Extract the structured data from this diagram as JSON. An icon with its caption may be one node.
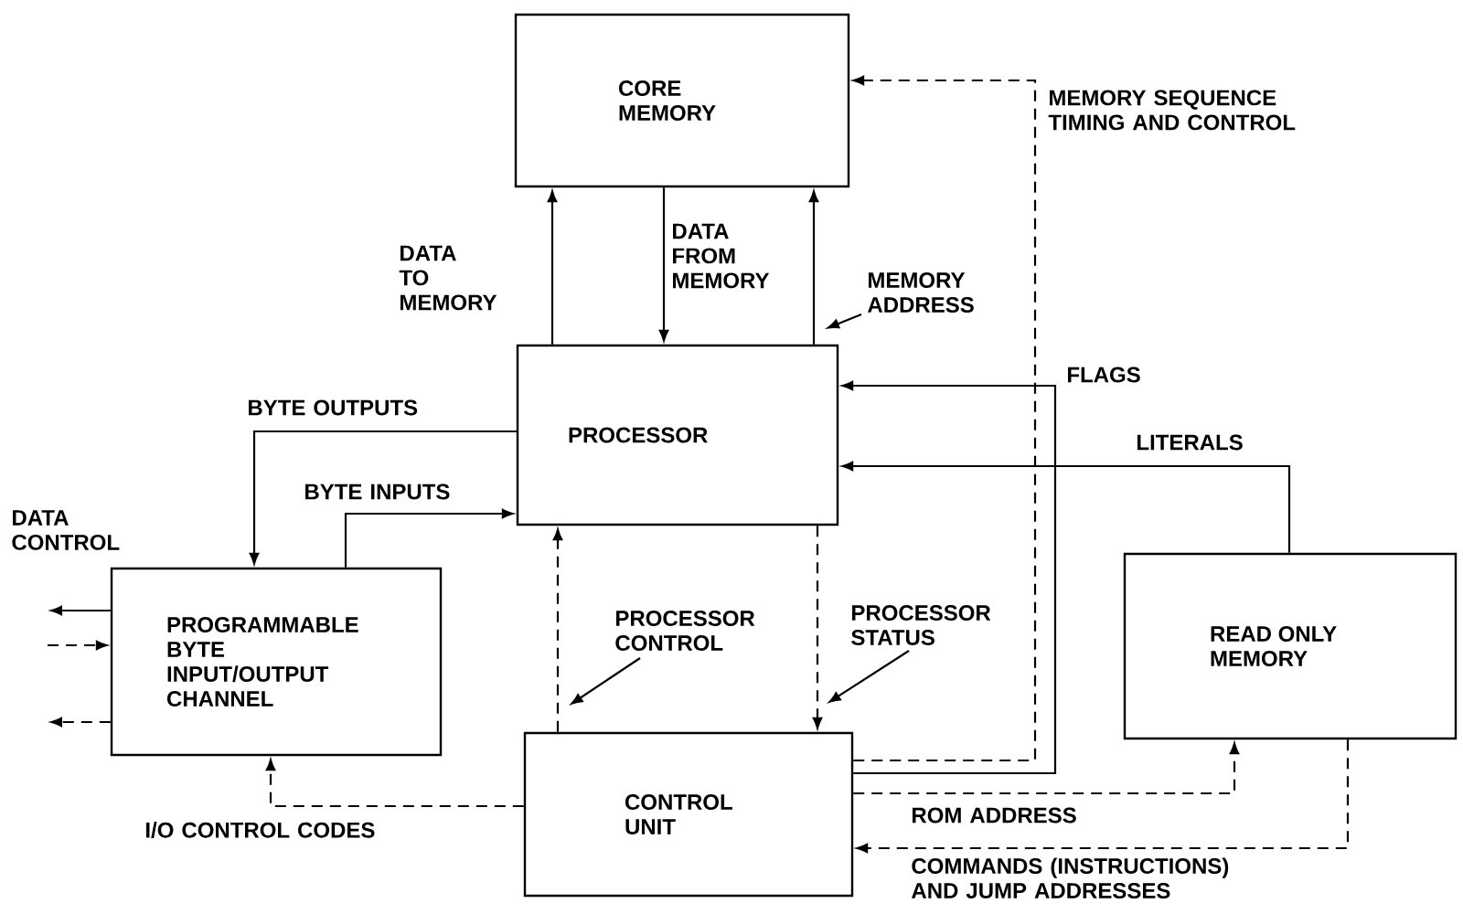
{
  "diagram": {
    "nodes": [
      {
        "text": [
          "CORE MEMORY"
        ]
      },
      {
        "text": [
          "PROCESSOR"
        ]
      },
      {
        "text": [
          "PROGRAMMABLE BYTE INPUT/OUTPUT CHANNEL"
        ]
      },
      {
        "text": [
          "CONTROL UNIT"
        ]
      },
      {
        "text": [
          "READ ONLY MEMORY"
        ]
      },
      {
        "text": [
          "MEMORY ADDRESS"
        ]
      },
      {
        "text": [
          "PROCESSOR CONTROL"
        ]
      },
      {
        "text": [
          "PROCESSOR STATUS"
        ]
      }
    ],
    "edges": [
      {
        "from": 1,
        "to": 0,
        "arrow": "to",
        "label": "DATA TO MEMORY"
      },
      {
        "from": 0,
        "to": 1,
        "arrow": "to",
        "label": "DATA FROM MEMORY"
      },
      {
        "from": 1,
        "to": 0,
        "arrow": "to"
      },
      {
        "from": 3,
        "to": 0,
        "arrow": "to",
        "style": "dashed",
        "label": "MEMORY SEQUENCE TIMING AND CONTROL"
      },
      {
        "from": 3,
        "to": 1,
        "arrow": "to",
        "label": "FLAGS"
      },
      {
        "from": 4,
        "to": 1,
        "arrow": "to",
        "label": "LITERALS"
      },
      {
        "from": 1,
        "to": 2,
        "arrow": "to",
        "label": "BYTE OUTPUTS"
      },
      {
        "from": 2,
        "to": 1,
        "arrow": "to",
        "label": "BYTE INPUTS"
      },
      {
        "from": 3,
        "to": 1,
        "arrow": "to",
        "style": "dashed"
      },
      {
        "from": 1,
        "to": 3,
        "arrow": "to",
        "style": "dashed"
      },
      {
        "from": 3,
        "to": 2,
        "arrow": "to",
        "style": "dashed",
        "label": "I/O CONTROL CODES"
      },
      {
        "from": 3,
        "to": 4,
        "arrow": "to",
        "style": "dashed",
        "label": "ROM ADDRESS"
      },
      {
        "from": 4,
        "to": 3,
        "arrow": "to",
        "style": "dashed",
        "label": "COMMANDS (INSTRUCTIONS) AND JUMP ADDRESSES"
      },
      {
        "from": 5,
        "to": null,
        "arrow": "to"
      },
      {
        "from": 6,
        "to": null,
        "arrow": "to"
      },
      {
        "from": 7,
        "to": null,
        "arrow": "to"
      },
      {
        "from": 2,
        "to": null,
        "arrow": "to"
      },
      {
        "from": null,
        "to": 2,
        "arrow": "to",
        "style": "dashed"
      },
      {
        "from": 2,
        "to": null,
        "arrow": "to",
        "style": "dashed"
      }
    ],
    "labels": [
      "DATA CONTROL"
    ]
  }
}
